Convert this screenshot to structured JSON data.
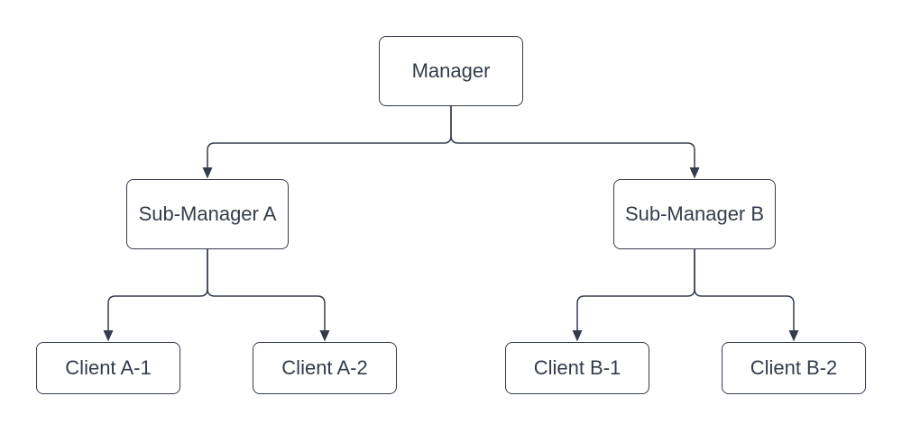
{
  "diagram": {
    "type": "org-chart-tree",
    "style": {
      "background": "#ffffff",
      "node_fill": "#ffffff",
      "stroke": "#343c4b",
      "text_color": "#343c4b",
      "arrow_style": "filled-triangle"
    },
    "nodes": {
      "manager": {
        "label": "Manager"
      },
      "sub_a": {
        "label": "Sub-Manager A"
      },
      "sub_b": {
        "label": "Sub-Manager B"
      },
      "client_a1": {
        "label": "Client A-1"
      },
      "client_a2": {
        "label": "Client A-2"
      },
      "client_b1": {
        "label": "Client B-1"
      },
      "client_b2": {
        "label": "Client B-2"
      }
    },
    "edges": [
      {
        "from": "Manager",
        "to": "Sub-Manager A"
      },
      {
        "from": "Manager",
        "to": "Sub-Manager B"
      },
      {
        "from": "Sub-Manager A",
        "to": "Client A-1"
      },
      {
        "from": "Sub-Manager A",
        "to": "Client A-2"
      },
      {
        "from": "Sub-Manager B",
        "to": "Client B-1"
      },
      {
        "from": "Sub-Manager B",
        "to": "Client B-2"
      }
    ]
  }
}
